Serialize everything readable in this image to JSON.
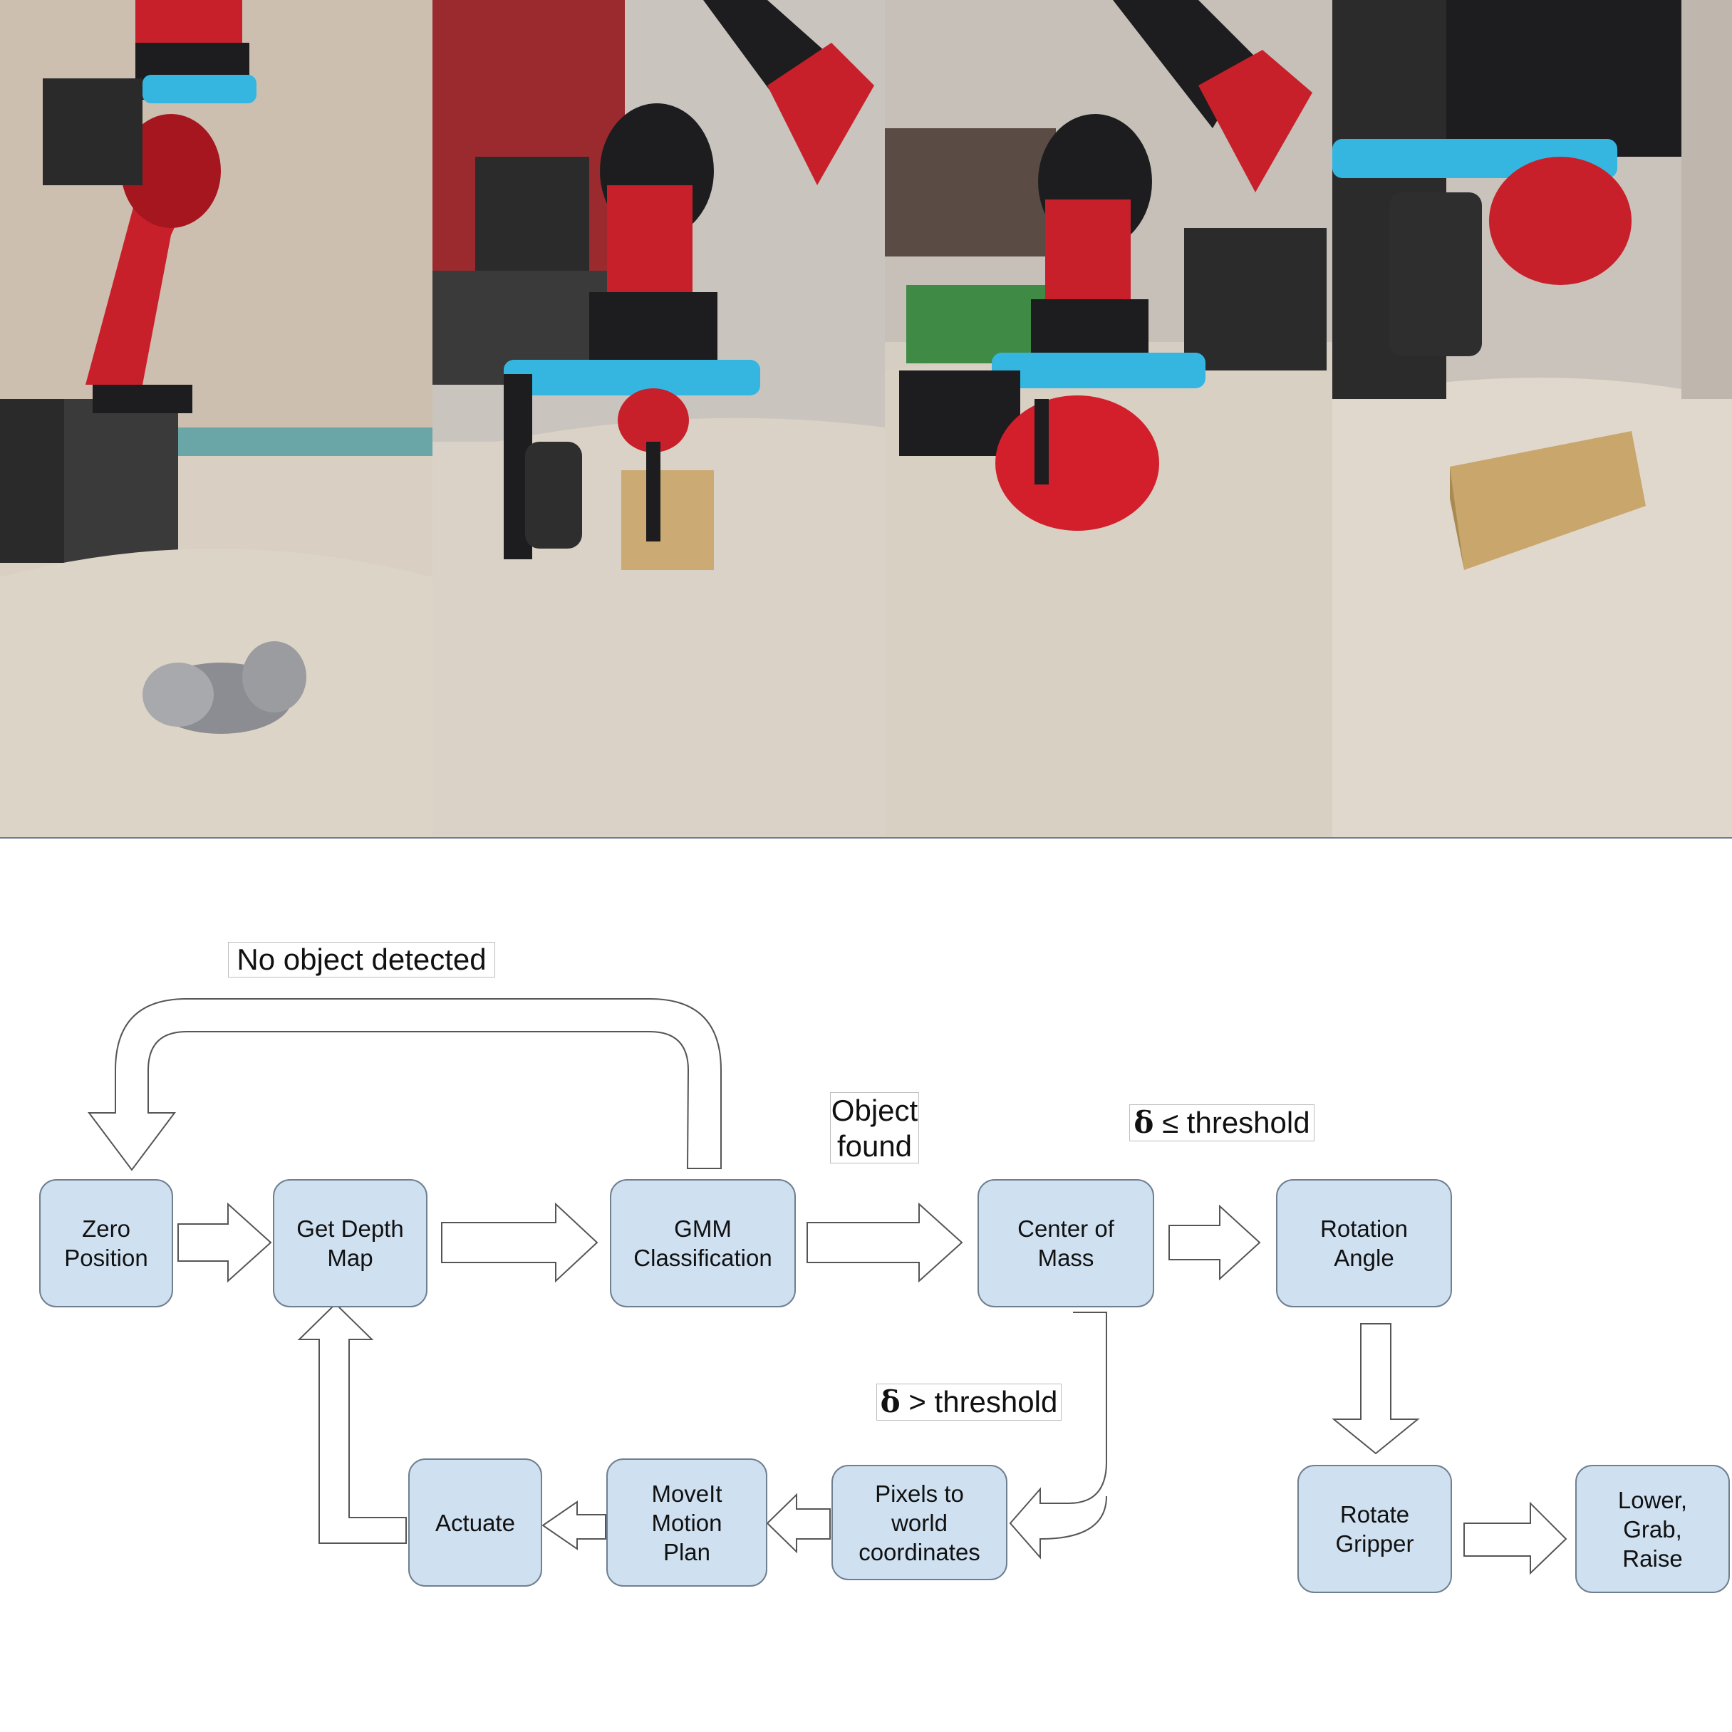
{
  "photos": [
    {
      "name": "robot-panel-taped-object"
    },
    {
      "name": "robot-panel-wood-block"
    },
    {
      "name": "robot-panel-red-ball"
    },
    {
      "name": "robot-panel-cardboard-box"
    }
  ],
  "flowchart": {
    "nodes": {
      "zero_position": "Zero\nPosition",
      "get_depth_map": "Get Depth\nMap",
      "gmm_classification": "GMM\nClassification",
      "center_of_mass": "Center of\nMass",
      "rotation_angle": "Rotation\nAngle",
      "rotate_gripper": "Rotate\nGripper",
      "lower_grab_raise": "Lower,\nGrab,\nRaise",
      "pixels_to_world": "Pixels to\nworld\ncoordinates",
      "moveit_motion_plan": "MoveIt\nMotion\nPlan",
      "actuate": "Actuate"
    },
    "labels": {
      "no_object_detected": "No object detected",
      "object_found": "Object\nfound",
      "delta_symbol": "δ",
      "le_threshold": " ≤ threshold",
      "gt_threshold": " > threshold"
    }
  },
  "colors": {
    "node_fill": "#cfe0f1",
    "node_border": "#6f7f90",
    "arrow_stroke": "#555555",
    "gripper_accent": "#35b6e0",
    "robot_red": "#c8202b"
  }
}
